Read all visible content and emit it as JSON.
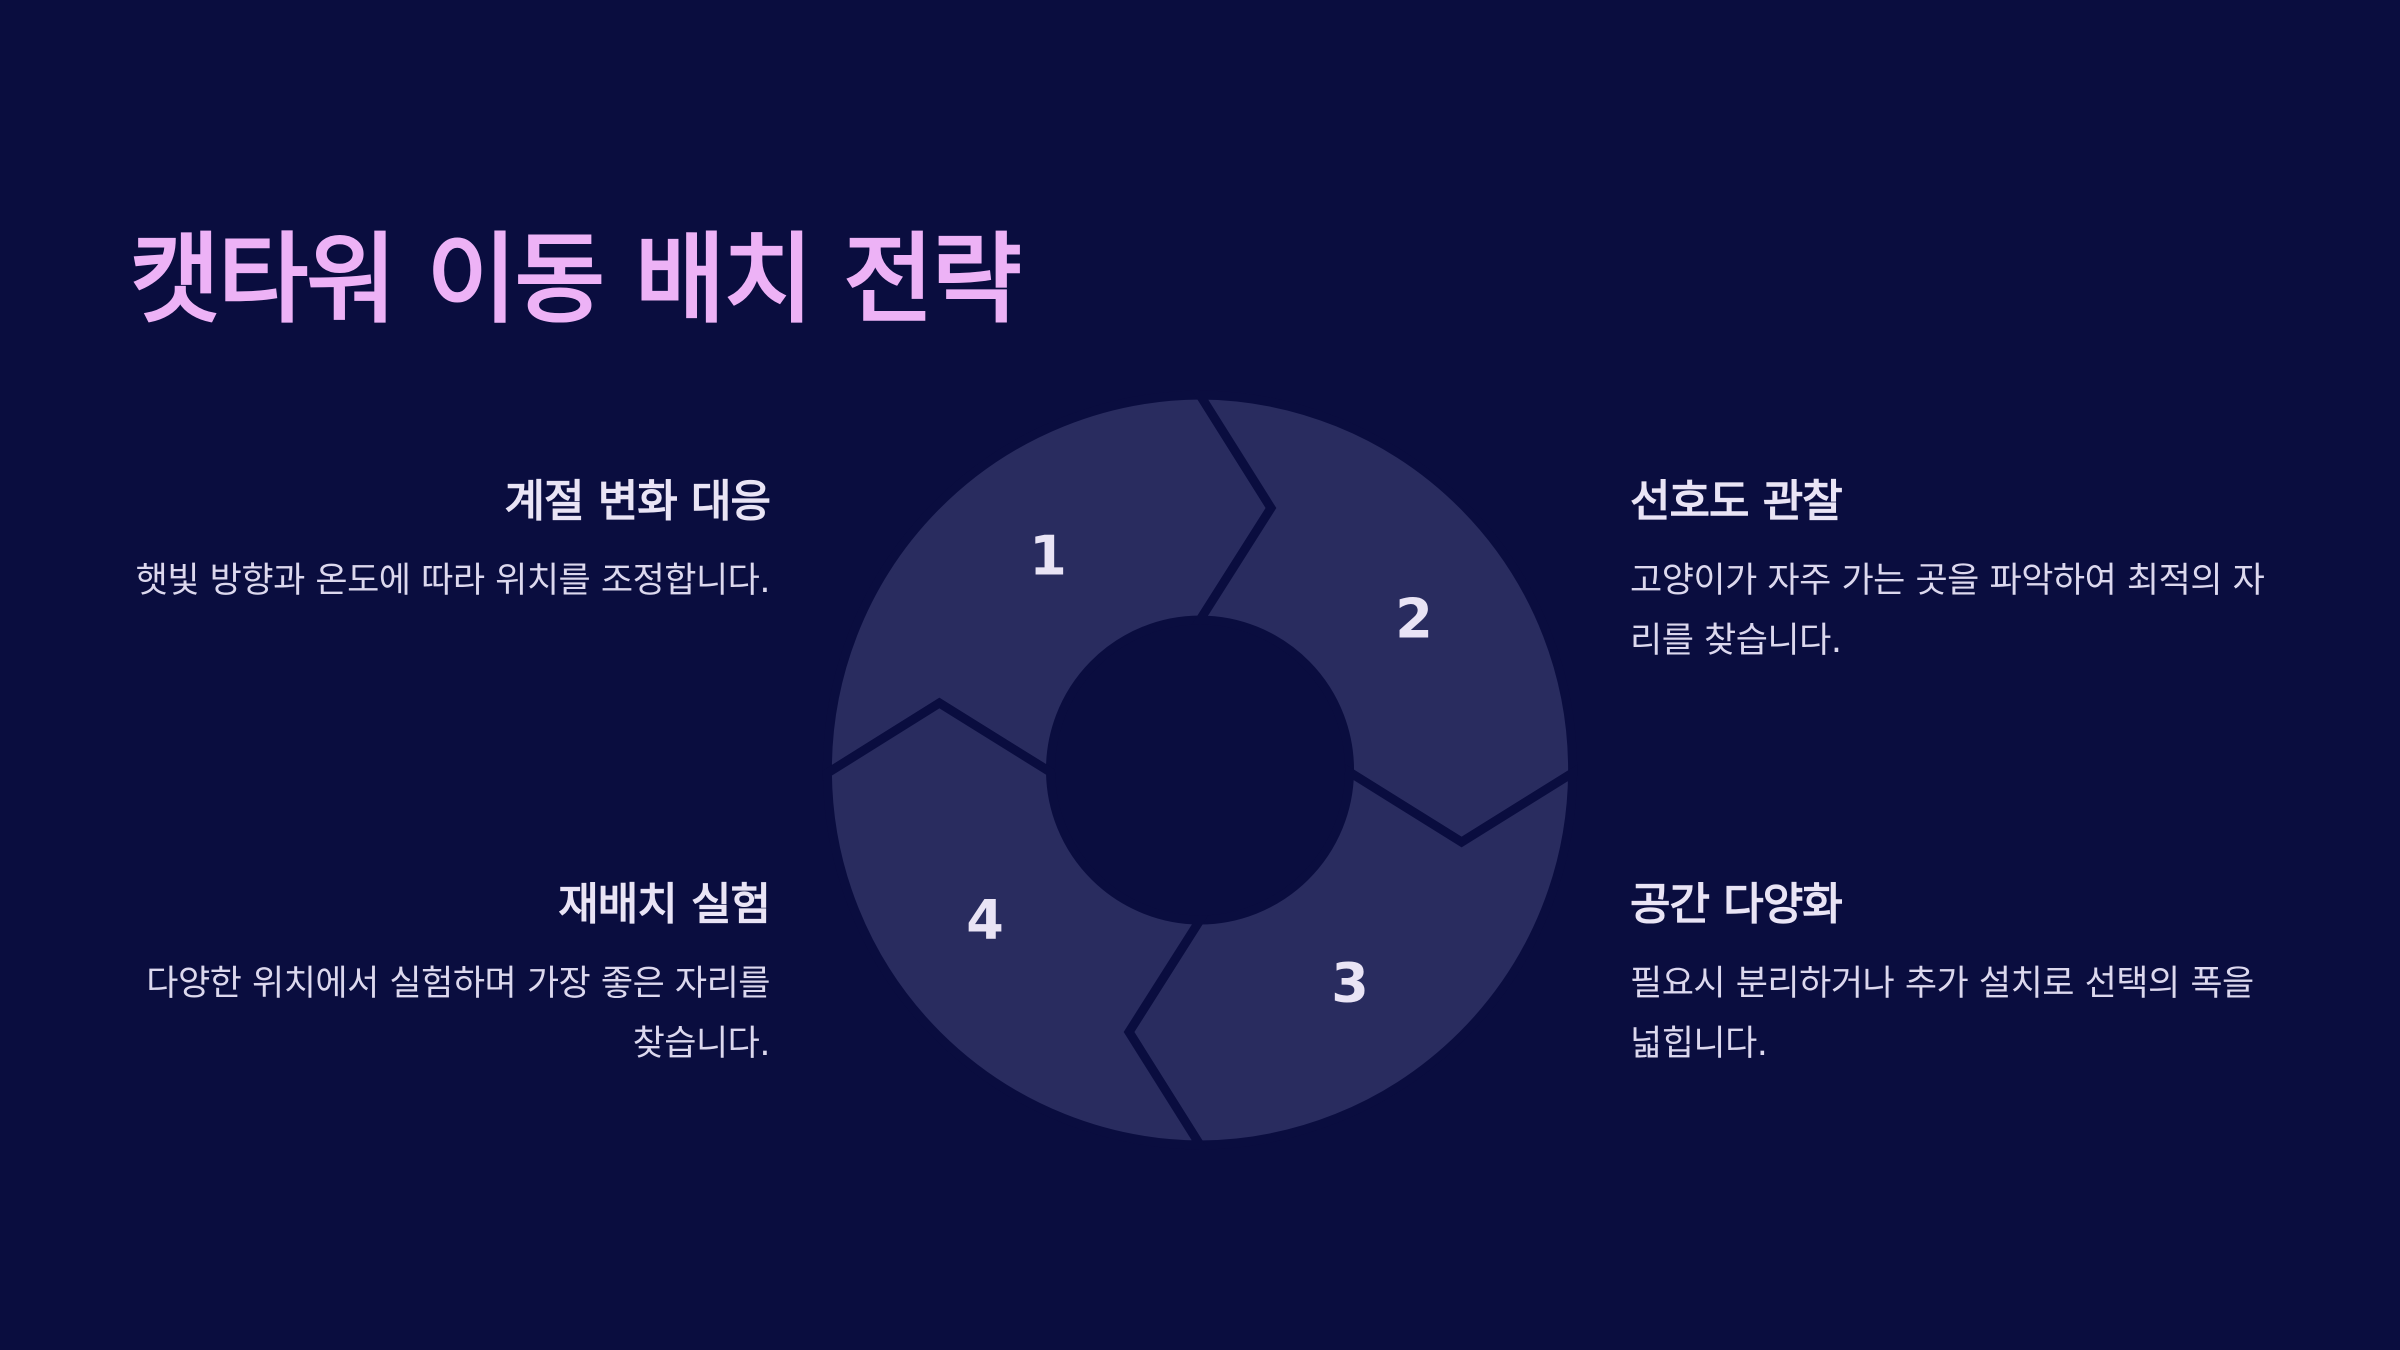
{
  "title": "캣타워 이동 배치 전략",
  "steps": [
    {
      "number": "1",
      "heading": "계절 변화 대응",
      "text": "햇빛 방향과 온도에 따라 위치를 조정합니다."
    },
    {
      "number": "2",
      "heading": "선호도 관찰",
      "text": "고양이가 자주 가는 곳을 파악하여 최적의 자리를 찾습니다."
    },
    {
      "number": "3",
      "heading": "공간 다양화",
      "text": "필요시 분리하거나 추가 설치로 선택의 폭을 넓힙니다."
    },
    {
      "number": "4",
      "heading": "재배치 실험",
      "text": "다양한 위치에서 실험하며 가장 좋은 자리를 찾습니다."
    }
  ],
  "colors": {
    "background": "#0a0d3f",
    "title": "#edb2f6",
    "segment": "#292c5f",
    "text": "#e9e4f5"
  }
}
